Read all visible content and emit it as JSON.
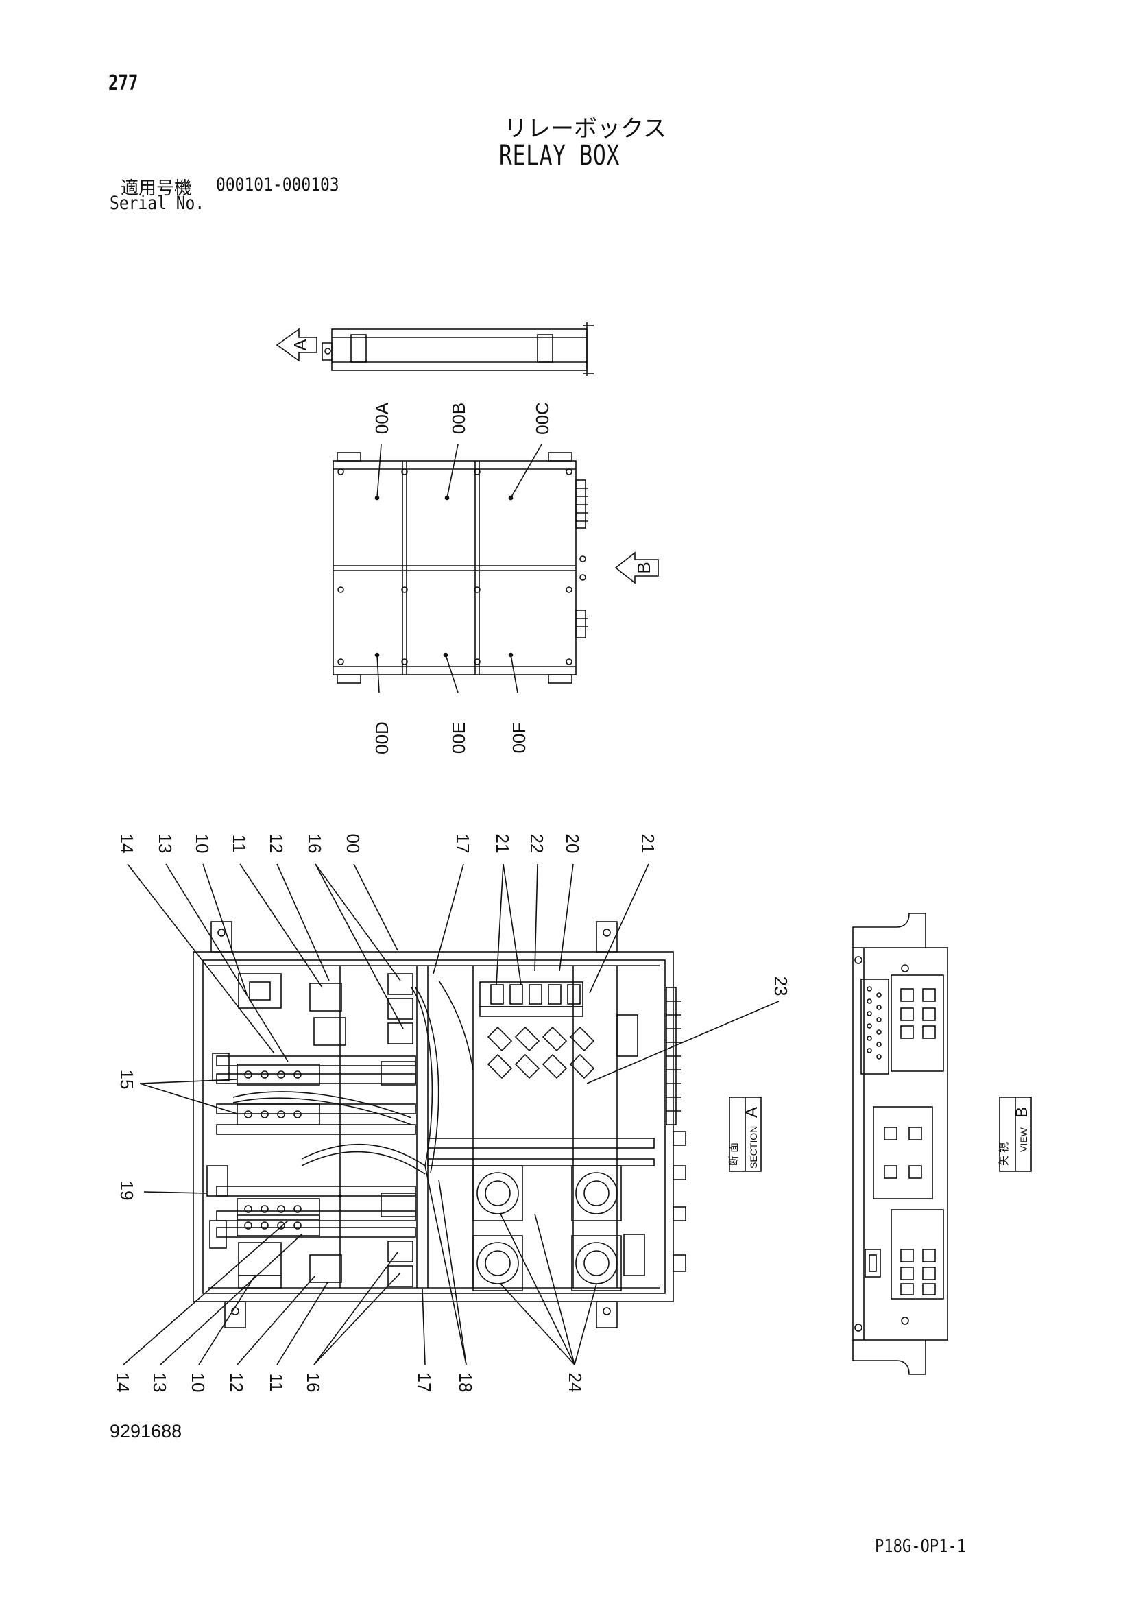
{
  "header": {
    "page_number": "277",
    "title_jp": "リレーボックス",
    "title_en": "RELAY BOX",
    "serial_label_jp": "適用号機",
    "serial_range": "000101-000103",
    "serial_label_en": "Serial No."
  },
  "top_view": {
    "arrow_a": "A",
    "arrow_b": "B",
    "panel_labels": [
      "00A",
      "00B",
      "00C",
      "00D",
      "00E",
      "00F"
    ]
  },
  "section_view": {
    "top_callouts": [
      "14",
      "13",
      "10",
      "11",
      "12",
      "16",
      "00",
      "17",
      "21",
      "22",
      "20",
      "21"
    ],
    "bottom_callouts": [
      "14",
      "13",
      "10",
      "12",
      "11",
      "16",
      "17",
      "18",
      "24"
    ],
    "left_callouts": [
      "15",
      "19"
    ],
    "right_callouts": [
      "23"
    ],
    "section_tag": {
      "jp": "断 面",
      "en": "SECTION",
      "letter": "A"
    }
  },
  "view_b": {
    "view_tag": {
      "jp": "矢 視",
      "en": "VIEW",
      "letter": "B"
    }
  },
  "footer": {
    "drawing_number": "9291688",
    "page_code": "P18G-OP1-1"
  }
}
